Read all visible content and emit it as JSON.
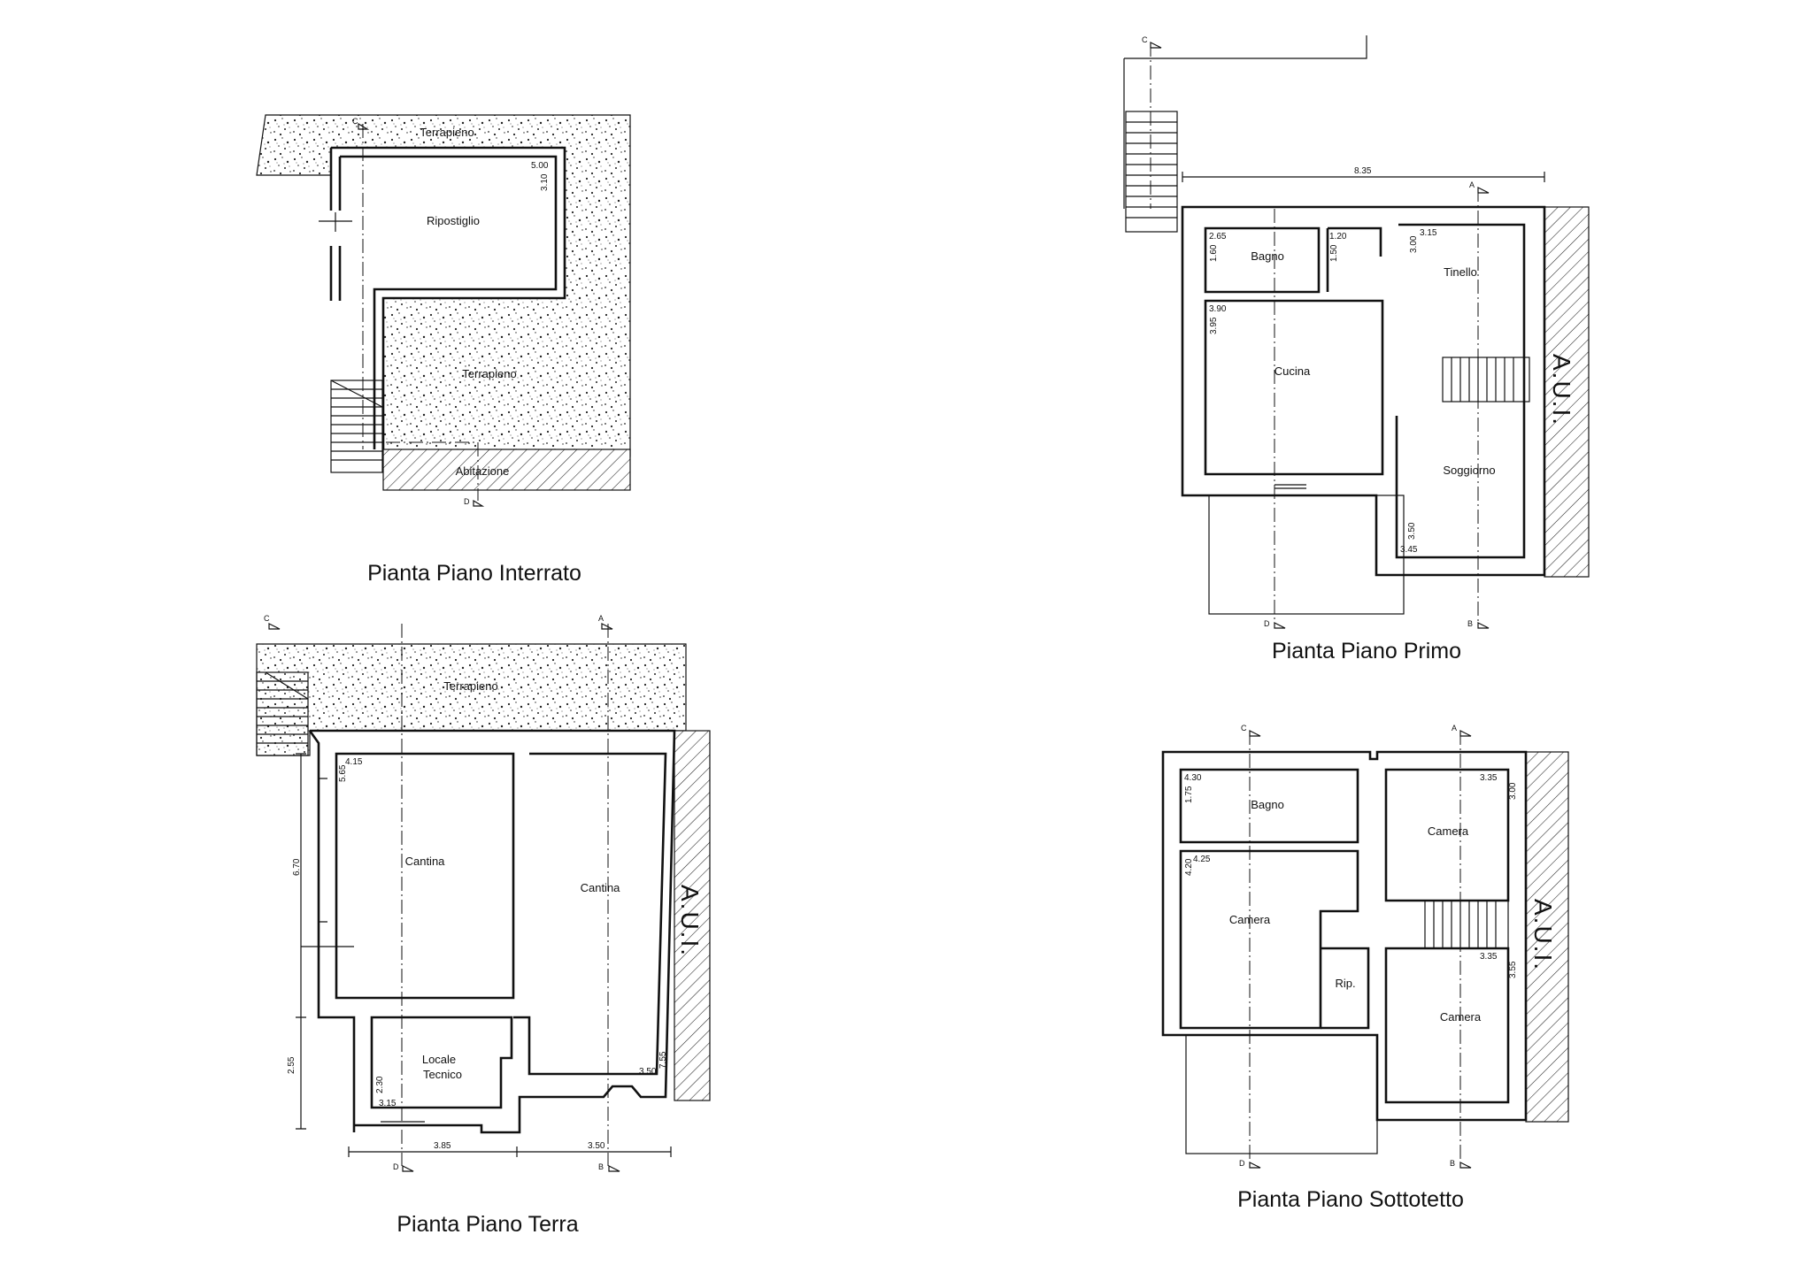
{
  "plans": {
    "interrato": {
      "title": "Pianta Piano Interrato",
      "rooms": {
        "terrapieno_top": "Terrapieno",
        "ripostiglio": "Ripostiglio",
        "terrapieno_mid": "Terrapieno",
        "abitazione": "Abitazione"
      },
      "dims": {
        "w": "5.00",
        "h": "3.10"
      },
      "sections": {
        "c": "C",
        "d": "D"
      }
    },
    "terra": {
      "title": "Pianta Piano Terra",
      "rooms": {
        "terrapieno": "Terrapieno",
        "cantina_left": "Cantina",
        "cantina_right": "Cantina",
        "locale": "Locale",
        "tecnico": "Tecnico"
      },
      "aui": "A.U.I.",
      "dims": {
        "c1w": "4.15",
        "c1h": "5.65",
        "c2w": "3.50",
        "c2h": "7.55",
        "ltw": "3.15",
        "lth": "2.30",
        "side_upper": "6.70",
        "side_lower": "2.55",
        "bottom_left": "3.85",
        "bottom_right": "3.50"
      },
      "sections": {
        "c": "C",
        "a": "A",
        "d": "D",
        "b": "B"
      }
    },
    "primo": {
      "title": "Pianta Piano Primo",
      "rooms": {
        "bagno": "Bagno",
        "tinello": "Tinello",
        "cucina": "Cucina",
        "soggiorno": "Soggiorno"
      },
      "aui": "A.U.I.",
      "dims": {
        "overall": "8.35",
        "bagno_w": "2.65",
        "bagno_h": "1.60",
        "dis_w": "1.20",
        "dis_h": "1.50",
        "tin_w": "3.15",
        "tin_h": "3.00",
        "cuc_w": "3.90",
        "cuc_h": "3.95",
        "sog_w": "3.45",
        "sog_h": "3.50"
      },
      "sections": {
        "c": "C",
        "a": "A",
        "d": "D",
        "b": "B"
      }
    },
    "sottotetto": {
      "title": "Pianta Piano Sottotetto",
      "rooms": {
        "bagno": "Bagno",
        "camera_tl": "Camera",
        "camera_left": "Camera",
        "rip": "Rip.",
        "camera_br": "Camera"
      },
      "aui": "A.U.I.",
      "dims": {
        "bagno_w": "4.30",
        "bagno_h": "1.75",
        "cam_left_w": "4.25",
        "cam_left_h": "4.20",
        "cam_tr_w": "3.35",
        "cam_tr_h": "3.00",
        "cam_br_w": "3.35",
        "cam_br_h": "3.55"
      },
      "sections": {
        "c": "C",
        "a": "A",
        "d": "D",
        "b": "B"
      }
    }
  }
}
